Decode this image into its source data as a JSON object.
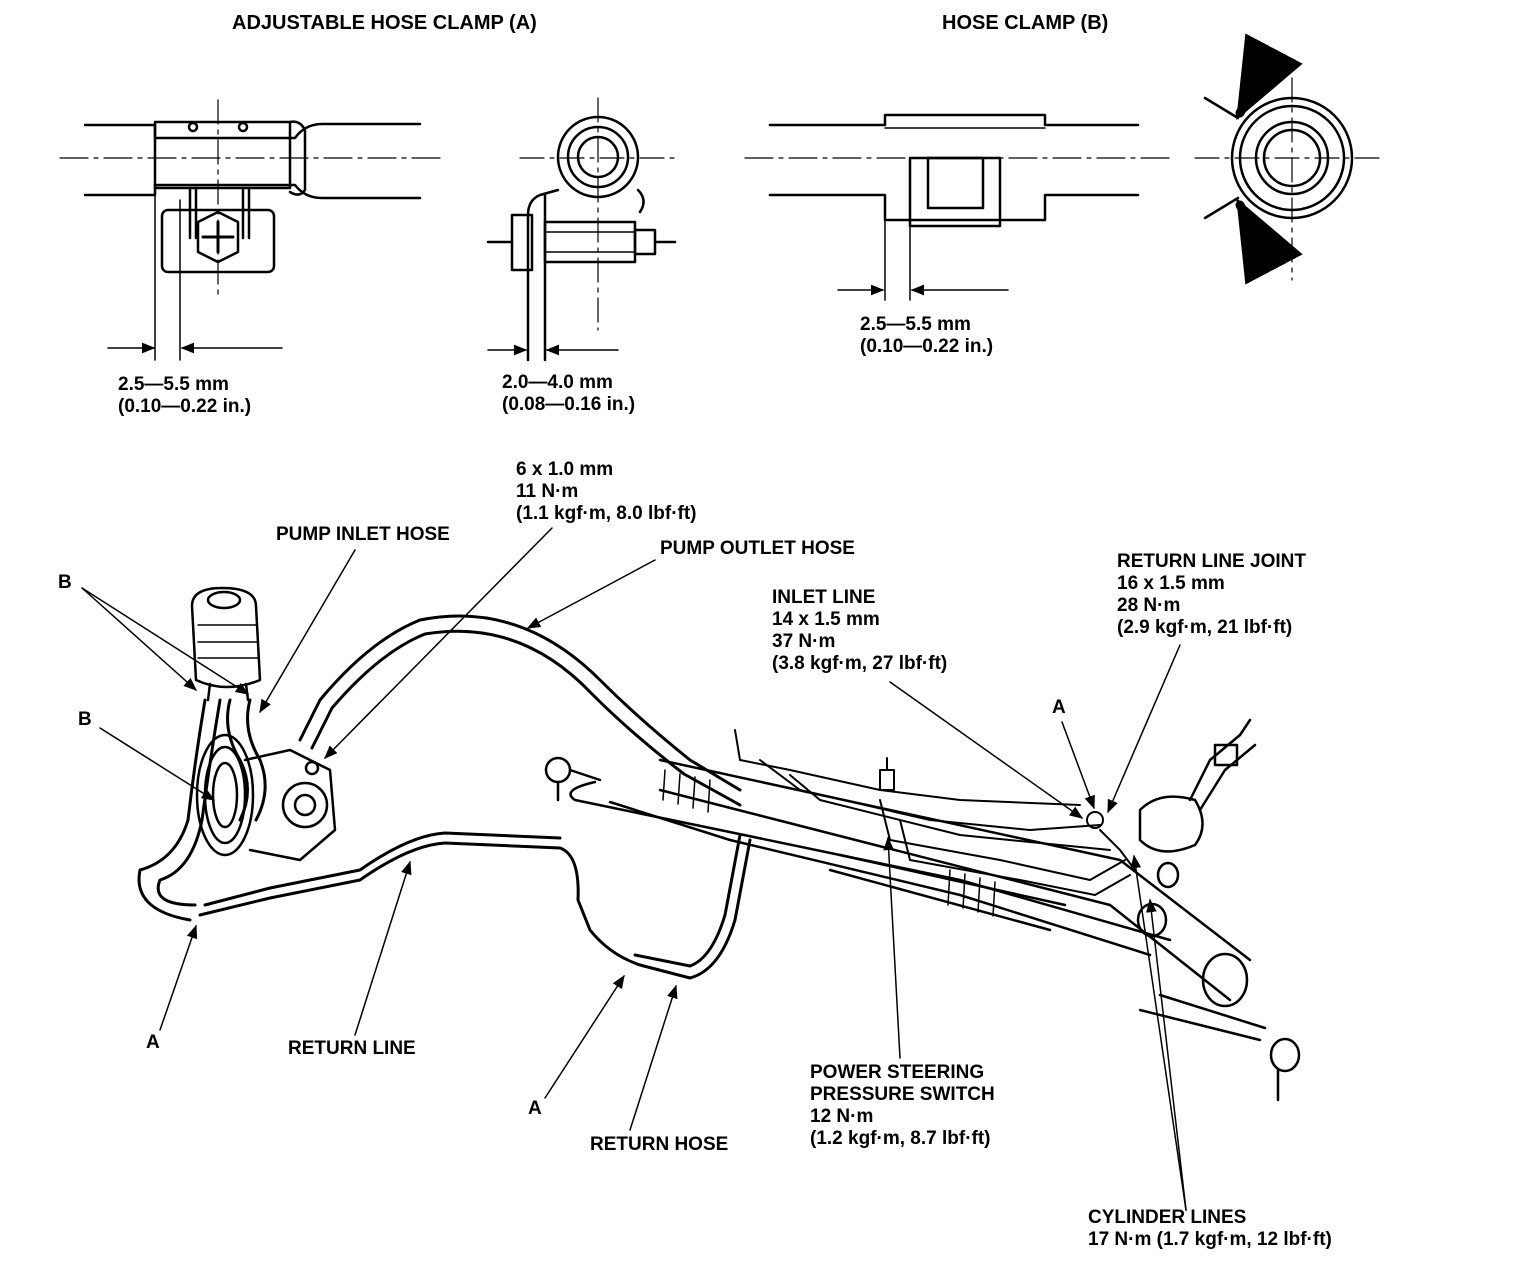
{
  "clamp_a": {
    "title": "ADJUSTABLE HOSE CLAMP (A)",
    "dim1": {
      "line1": "2.5—5.5 mm",
      "line2": "(0.10—0.22 in.)"
    },
    "dim2": {
      "line1": "2.0—4.0 mm",
      "line2": "(0.08—0.16 in.)"
    }
  },
  "clamp_b": {
    "title": "HOSE CLAMP (B)",
    "dim1": {
      "line1": "2.5—5.5 mm",
      "line2": "(0.10—0.22 in.)"
    }
  },
  "callouts": {
    "bolt": {
      "line1": "6 x 1.0 mm",
      "line2": "11 N·m",
      "line3": "(1.1 kgf·m, 8.0 lbf·ft)"
    },
    "pump_inlet_hose": "PUMP INLET HOSE",
    "pump_outlet_hose": "PUMP OUTLET HOSE",
    "return_line_joint": {
      "line1": "RETURN LINE JOINT",
      "line2": "16 x 1.5 mm",
      "line3": "28 N·m",
      "line4": "(2.9 kgf·m, 21 lbf·ft)"
    },
    "inlet_line": {
      "line1": "INLET LINE",
      "line2": "14 x 1.5 mm",
      "line3": "37 N·m",
      "line4": "(3.8 kgf·m, 27 lbf·ft)"
    },
    "b_upper": "B",
    "b_lower": "B",
    "a_left": "A",
    "a_middle": "A",
    "a_right": "A",
    "return_line": "RETURN LINE",
    "return_hose": "RETURN HOSE",
    "pressure_switch": {
      "line1": "POWER STEERING",
      "line2": "PRESSURE SWITCH",
      "line3": "12 N·m",
      "line4": "(1.2 kgf·m, 8.7 lbf·ft)"
    },
    "cylinder_lines": {
      "line1": "CYLINDER LINES",
      "line2": "17 N·m (1.7 kgf·m, 12 lbf·ft)"
    }
  }
}
